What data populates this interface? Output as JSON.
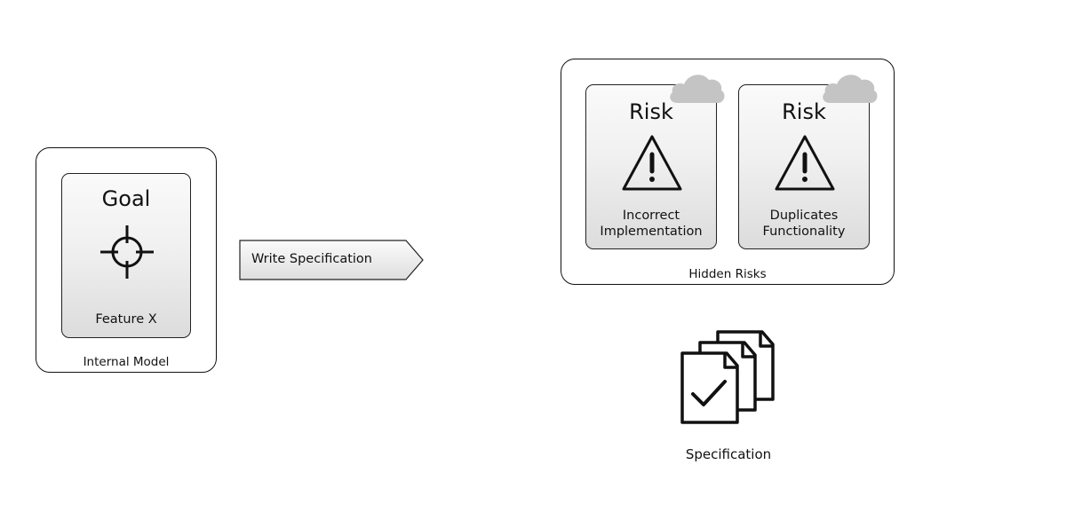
{
  "internal_model": {
    "label": "Internal Model",
    "goal_card": {
      "title": "Goal",
      "subtitle": "Feature X",
      "icon": "crosshair-icon"
    }
  },
  "action": {
    "label": "Write Specification",
    "icon": "arrow-right-pentagon"
  },
  "hidden_risks": {
    "label": "Hidden Risks",
    "cards": [
      {
        "title": "Risk",
        "subtitle_line1": "Incorrect",
        "subtitle_line2": "Implementation",
        "icon": "warning-triangle-icon",
        "badge": "cloud-icon"
      },
      {
        "title": "Risk",
        "subtitle_line1": "Duplicates",
        "subtitle_line2": "Functionality",
        "icon": "warning-triangle-icon",
        "badge": "cloud-icon"
      }
    ]
  },
  "specification": {
    "label": "Specification",
    "icon": "documents-checkmark-icon"
  }
}
